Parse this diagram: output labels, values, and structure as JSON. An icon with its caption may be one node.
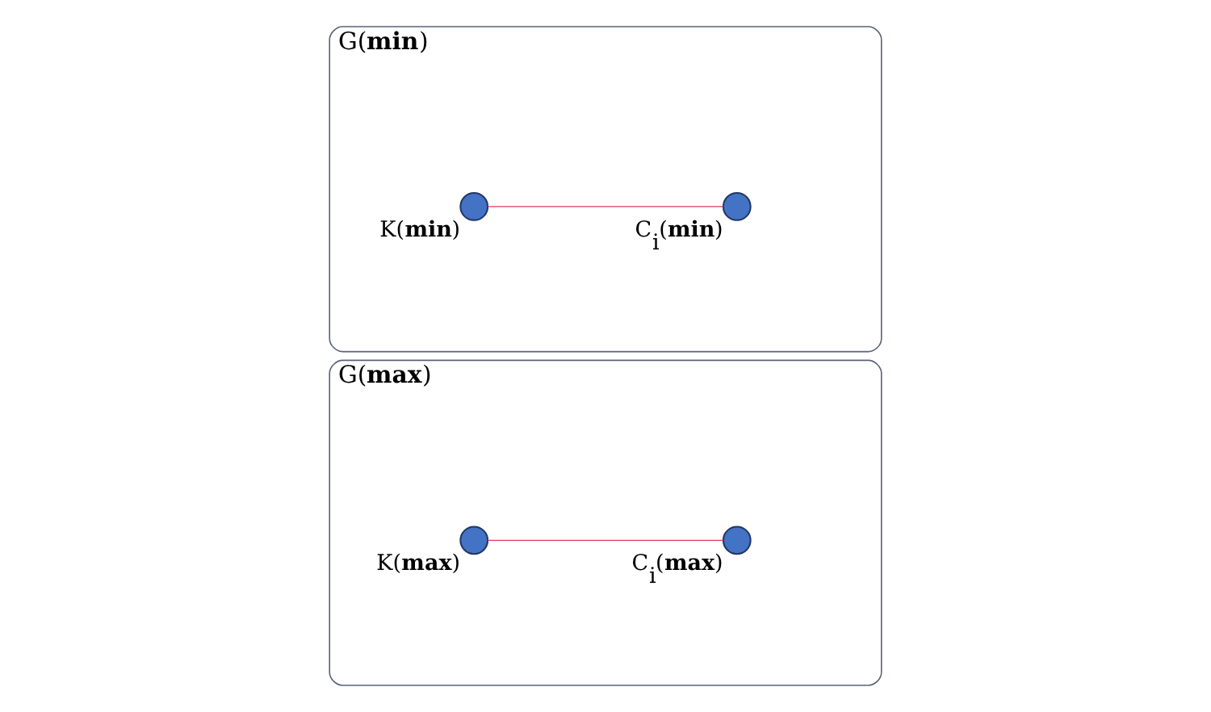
{
  "diagram": {
    "nodes": [
      {
        "text": [
          "G(**min**)"
        ]
      },
      {
        "text": [
          "K(**min**)"
        ],
        "in": 0
      },
      {
        "text": [
          "C$_{i}$(**min**)"
        ],
        "in": 0
      },
      {
        "text": [
          "G(**max**)"
        ]
      },
      {
        "text": [
          "K(**max**)"
        ],
        "in": 3
      },
      {
        "text": [
          "C$_{i}$(**max**)"
        ],
        "in": 3
      }
    ],
    "edges": [
      {
        "from": 1,
        "to": 2,
        "arrow": "none"
      },
      {
        "from": 4,
        "to": 5,
        "arrow": "none"
      }
    ]
  }
}
